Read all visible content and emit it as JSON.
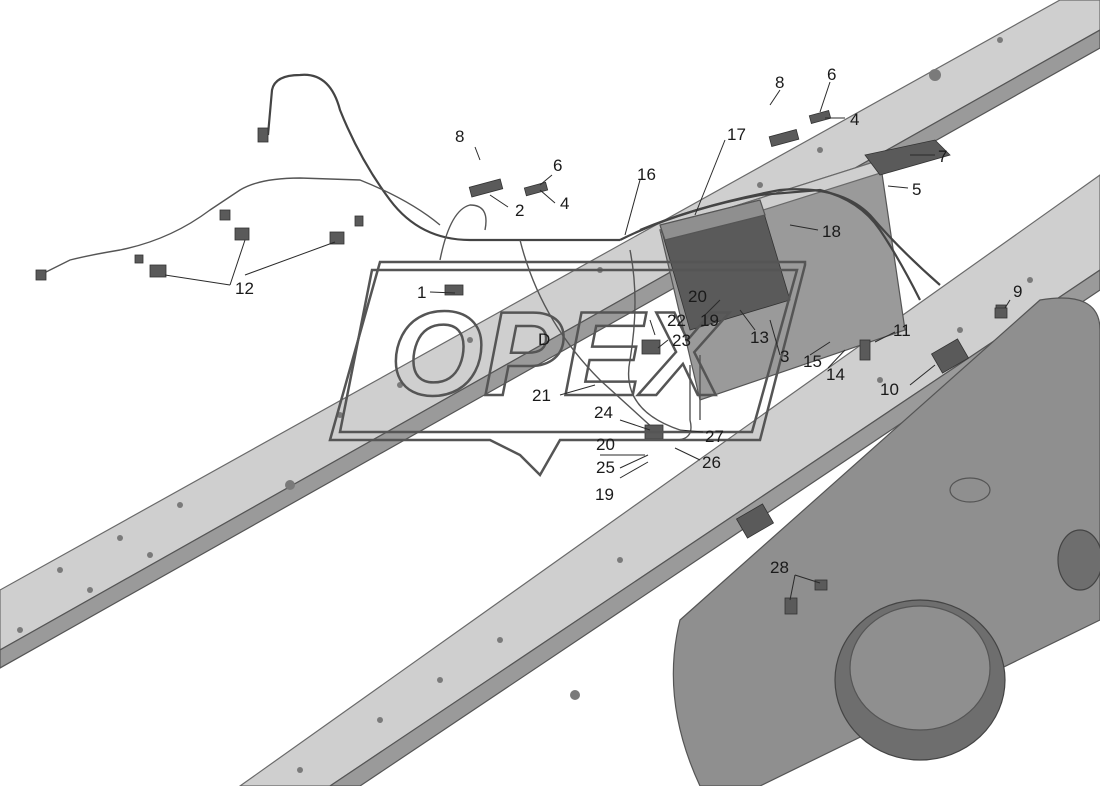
{
  "watermark": {
    "text": "OPEX",
    "badge_letter": "D"
  },
  "callouts": [
    {
      "id": "c1",
      "label": "1"
    },
    {
      "id": "c2",
      "label": "2"
    },
    {
      "id": "c3",
      "label": "3"
    },
    {
      "id": "c4a",
      "label": "4"
    },
    {
      "id": "c4b",
      "label": "4"
    },
    {
      "id": "c5",
      "label": "5"
    },
    {
      "id": "c6a",
      "label": "6"
    },
    {
      "id": "c6b",
      "label": "6"
    },
    {
      "id": "c7",
      "label": "7"
    },
    {
      "id": "c8a",
      "label": "8"
    },
    {
      "id": "c8b",
      "label": "8"
    },
    {
      "id": "c9",
      "label": "9"
    },
    {
      "id": "c10",
      "label": "10"
    },
    {
      "id": "c11",
      "label": "11"
    },
    {
      "id": "c12",
      "label": "12"
    },
    {
      "id": "c13",
      "label": "13"
    },
    {
      "id": "c14",
      "label": "14"
    },
    {
      "id": "c15",
      "label": "15"
    },
    {
      "id": "c16",
      "label": "16"
    },
    {
      "id": "c17",
      "label": "17"
    },
    {
      "id": "c18",
      "label": "18"
    },
    {
      "id": "c19a",
      "label": "19"
    },
    {
      "id": "c19b",
      "label": "19"
    },
    {
      "id": "c20a",
      "label": "20"
    },
    {
      "id": "c20b",
      "label": "20"
    },
    {
      "id": "c21",
      "label": "21"
    },
    {
      "id": "c22",
      "label": "22"
    },
    {
      "id": "c23",
      "label": "23"
    },
    {
      "id": "c24",
      "label": "24"
    },
    {
      "id": "c25",
      "label": "25"
    },
    {
      "id": "c26",
      "label": "26"
    },
    {
      "id": "c27",
      "label": "27"
    },
    {
      "id": "c28",
      "label": "28"
    }
  ]
}
